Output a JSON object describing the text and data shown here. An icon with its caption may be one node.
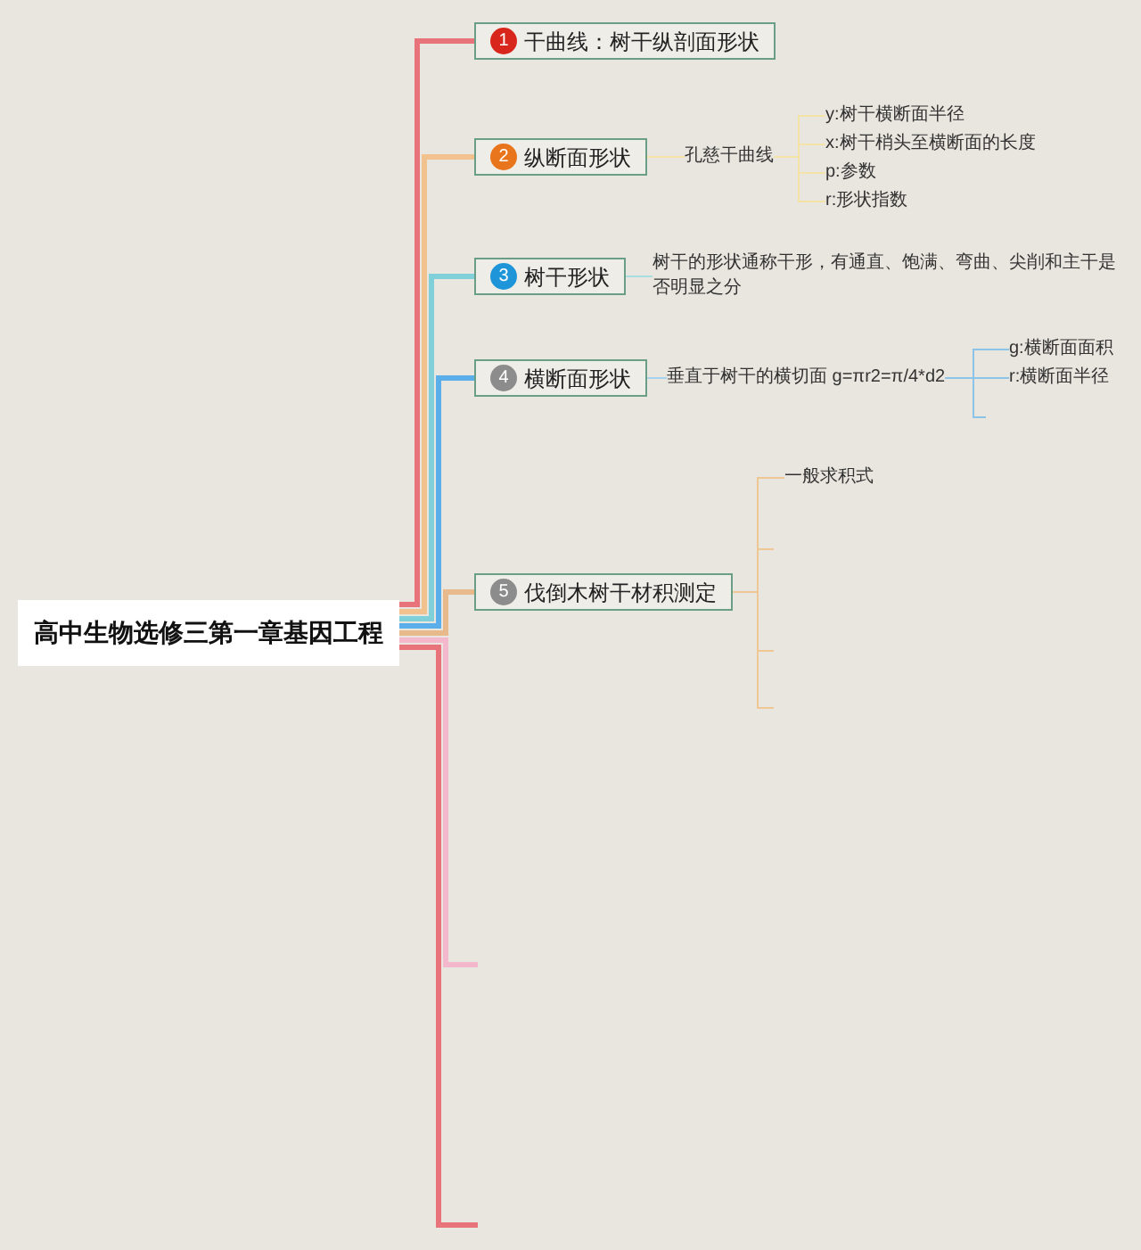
{
  "diagram": {
    "nodes": [
      {
        "text": [
          "高中生物选修三第一章基因工程"
        ]
      },
      {
        "text": [
          "1",
          "干曲线：树干纵剖面形状"
        ]
      },
      {
        "text": [
          "2",
          "纵断面形状"
        ]
      },
      {
        "text": [
          "孔慈干曲线"
        ]
      },
      {
        "text": [
          "y:树干横断面半径"
        ]
      },
      {
        "text": [
          "x:树干梢头至横断面的长度"
        ]
      },
      {
        "text": [
          "p:参数"
        ]
      },
      {
        "text": [
          "r:形状指数"
        ]
      },
      {
        "text": [
          "3",
          "树干形状"
        ]
      },
      {
        "text": [
          "树干的形状通称干形，有通直、饱满、弯曲、尖削和主干是否明显之分"
        ]
      },
      {
        "text": [
          "4",
          "横断面形状"
        ]
      },
      {
        "text": [
          "垂直于树干的横切面 g=πr2=π/4*d2"
        ]
      },
      {
        "text": [
          "g:横断面面积"
        ]
      },
      {
        "text": [
          "r:横断面半径"
        ]
      },
      {
        "text": [
          "5",
          "伐倒木树干材积测定"
        ]
      },
      {
        "text": [
          "一般求积式"
        ]
      }
    ],
    "edges": [
      {
        "from": 0,
        "to": 1,
        "arrow": "none",
        "style": "thick",
        "color": "#e8737a"
      },
      {
        "from": 0,
        "to": 2,
        "arrow": "none",
        "style": "thick",
        "color": "#f2c28e"
      },
      {
        "from": 2,
        "to": 3,
        "arrow": "none",
        "color": "#f3e3a6"
      },
      {
        "from": 3,
        "to": 4,
        "arrow": "none",
        "color": "#f3e3a6"
      },
      {
        "from": 3,
        "to": 5,
        "arrow": "none",
        "color": "#f3e3a6"
      },
      {
        "from": 3,
        "to": 6,
        "arrow": "none",
        "color": "#f3e3a6"
      },
      {
        "from": 3,
        "to": 7,
        "arrow": "none",
        "color": "#f3e3a6"
      },
      {
        "from": 0,
        "to": 8,
        "arrow": "none",
        "style": "thick",
        "color": "#7fd0d8"
      },
      {
        "from": 8,
        "to": 9,
        "arrow": "none",
        "color": "#a9dde2"
      },
      {
        "from": 0,
        "to": 10,
        "arrow": "none",
        "style": "thick",
        "color": "#5aaeea"
      },
      {
        "from": 10,
        "to": 11,
        "arrow": "none",
        "color": "#a8d3ee"
      },
      {
        "from": 11,
        "to": 12,
        "arrow": "none",
        "color": "#8cc3e8"
      },
      {
        "from": 11,
        "to": 13,
        "arrow": "none",
        "color": "#8cc3e8"
      },
      {
        "from": 11,
        "to": null,
        "arrow": "none",
        "color": "#8cc3e8"
      },
      {
        "from": 0,
        "to": 14,
        "arrow": "none",
        "style": "thick",
        "color": "#e8b98a"
      },
      {
        "from": 14,
        "to": 15,
        "arrow": "none",
        "color": "#efc794"
      },
      {
        "from": 14,
        "to": null,
        "arrow": "none",
        "color": "#efc794"
      },
      {
        "from": 14,
        "to": null,
        "arrow": "none",
        "color": "#efc794"
      },
      {
        "from": 14,
        "to": null,
        "arrow": "none",
        "color": "#efc794"
      },
      {
        "from": 0,
        "to": null,
        "arrow": "none",
        "style": "thick",
        "color": "#f4b8cc"
      },
      {
        "from": 0,
        "to": null,
        "arrow": "none",
        "style": "thick",
        "color": "#e8737a"
      }
    ]
  }
}
